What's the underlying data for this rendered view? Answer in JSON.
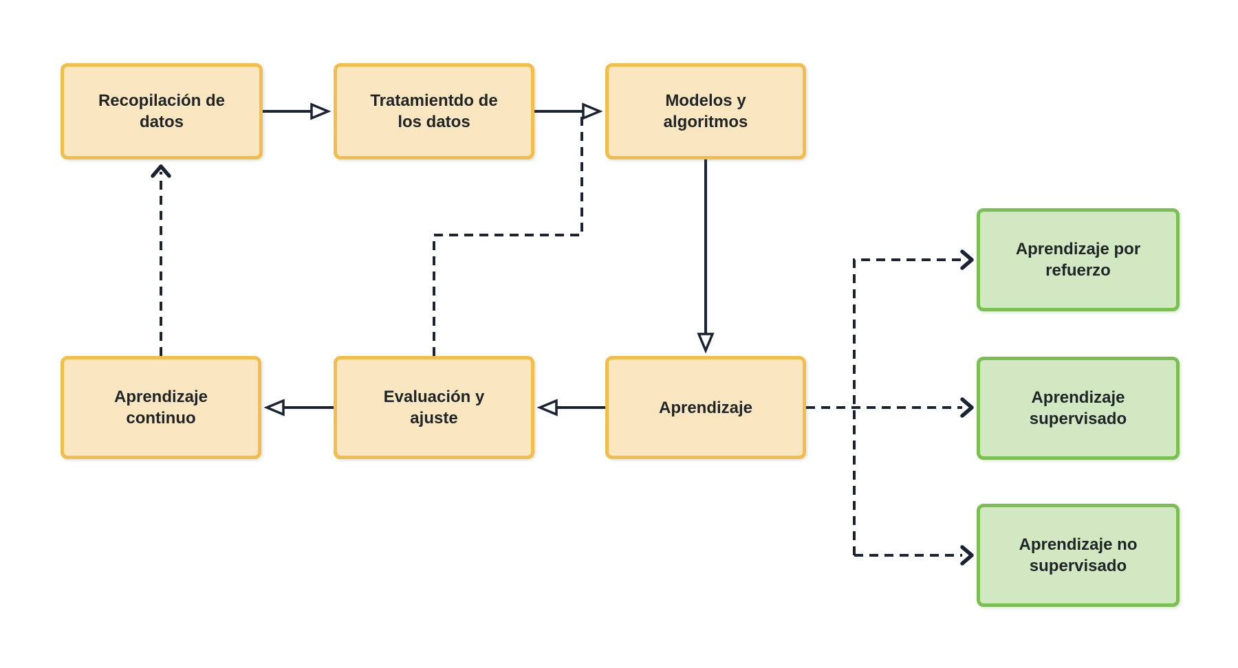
{
  "diagram": {
    "background": "#ffffff",
    "line_color": "#1a2332",
    "text_color": "#1f2427",
    "styles": {
      "process": {
        "fill": "#fae7c1",
        "border": "#f3bd4b"
      },
      "category": {
        "fill": "#d2e8c2",
        "border": "#7abf52"
      }
    },
    "nodes": {
      "recopilacion": {
        "label": "Recopilación de\ndatos"
      },
      "tratamiento": {
        "label": "Tratamientdo de\nlos datos"
      },
      "modelos": {
        "label": "Modelos y\nalgoritmos"
      },
      "aprendizaje": {
        "label": "Aprendizaje"
      },
      "evaluacion": {
        "label": "Evaluación y\najuste"
      },
      "continuo": {
        "label": "Aprendizaje\ncontinuo"
      },
      "refuerzo": {
        "label": "Aprendizaje por\nrefuerzo"
      },
      "supervisado": {
        "label": "Aprendizaje\nsupervisado"
      },
      "no_supervisado": {
        "label": "Aprendizaje no\nsupervisado"
      }
    },
    "edges": [
      {
        "from": "recopilacion",
        "to": "tratamiento",
        "style": "solid"
      },
      {
        "from": "tratamiento",
        "to": "modelos",
        "style": "solid"
      },
      {
        "from": "modelos",
        "to": "aprendizaje",
        "style": "solid"
      },
      {
        "from": "aprendizaje",
        "to": "evaluacion",
        "style": "solid"
      },
      {
        "from": "evaluacion",
        "to": "continuo",
        "style": "solid"
      },
      {
        "from": "continuo",
        "to": "recopilacion",
        "style": "dashed"
      },
      {
        "from": "evaluacion",
        "to": "modelos",
        "style": "dashed"
      },
      {
        "from": "aprendizaje",
        "to": "refuerzo",
        "style": "dashed"
      },
      {
        "from": "aprendizaje",
        "to": "supervisado",
        "style": "dashed"
      },
      {
        "from": "aprendizaje",
        "to": "no_supervisado",
        "style": "dashed"
      }
    ]
  }
}
